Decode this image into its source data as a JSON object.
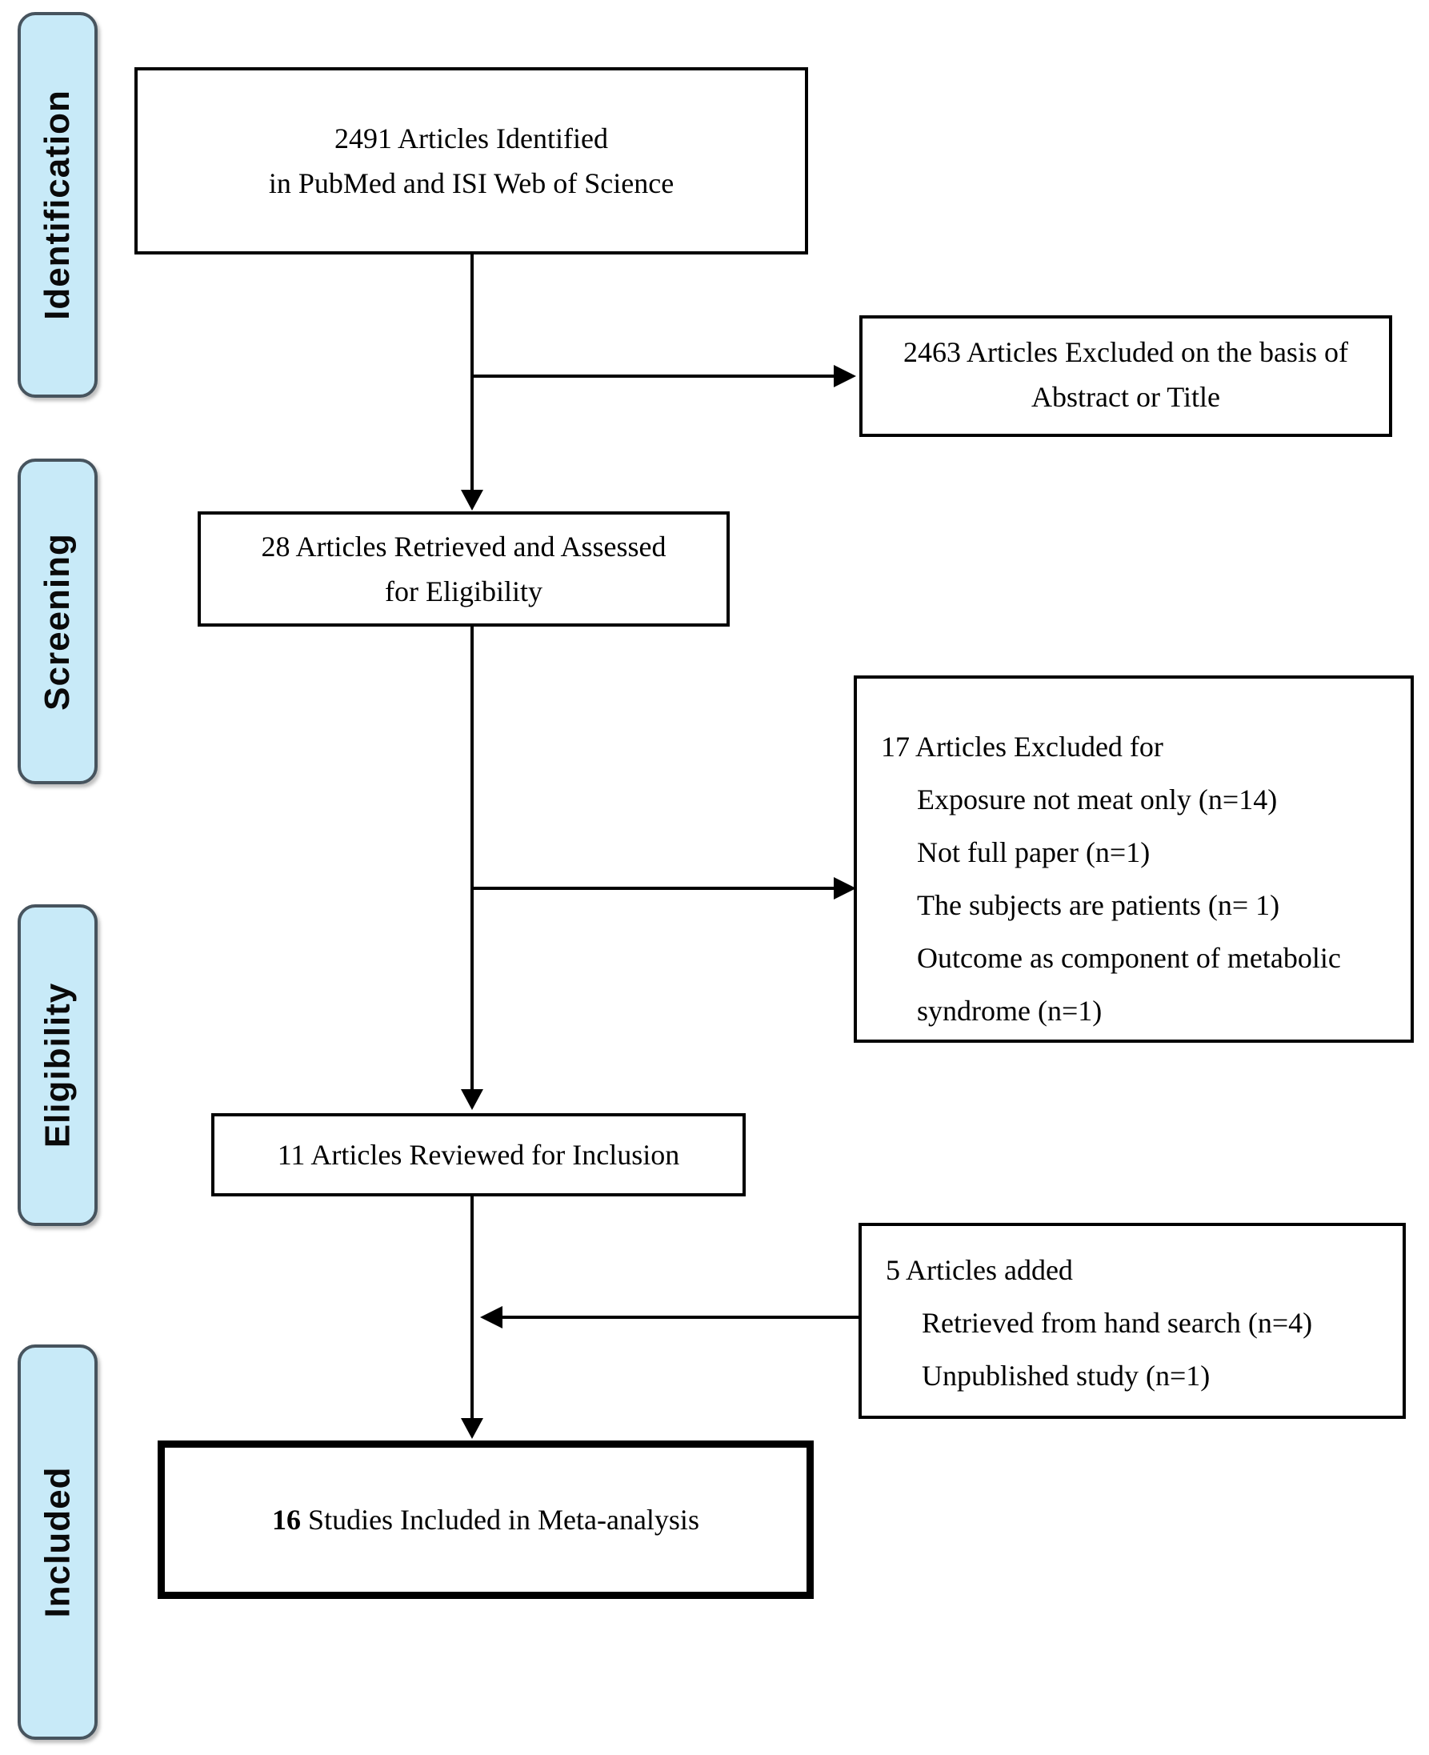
{
  "sidebar": {
    "stages": [
      "Identification",
      "Screening",
      "Eligibility",
      "Included"
    ]
  },
  "colors": {
    "stage_fill": "#c8eaf8",
    "stage_border": "#47545e",
    "box_border": "#000000",
    "background": "#ffffff"
  },
  "boxes": {
    "identified": {
      "lines": [
        "2491 Articles Identified",
        "in PubMed and ISI Web of Science"
      ]
    },
    "excluded_title": {
      "lines": [
        "2463 Articles Excluded on the basis of",
        "Abstract or Title"
      ]
    },
    "assessed": {
      "lines": [
        "28 Articles Retrieved and Assessed",
        "for Eligibility"
      ]
    },
    "excluded_full": {
      "heading": "17 Articles Excluded for",
      "reasons": [
        "Exposure not meat only (n=14)",
        "Not full paper (n=1)",
        "The subjects are patients (n= 1)",
        "Outcome as component of metabolic syndrome (n=1)"
      ]
    },
    "reviewed": {
      "lines": [
        "11 Articles Reviewed for Inclusion"
      ]
    },
    "added": {
      "heading": "5 Articles added",
      "items": [
        "Retrieved from hand search (n=4)",
        "Unpublished study (n=1)"
      ]
    },
    "included": {
      "count": "16",
      "label": " Studies Included in Meta-analysis"
    }
  }
}
